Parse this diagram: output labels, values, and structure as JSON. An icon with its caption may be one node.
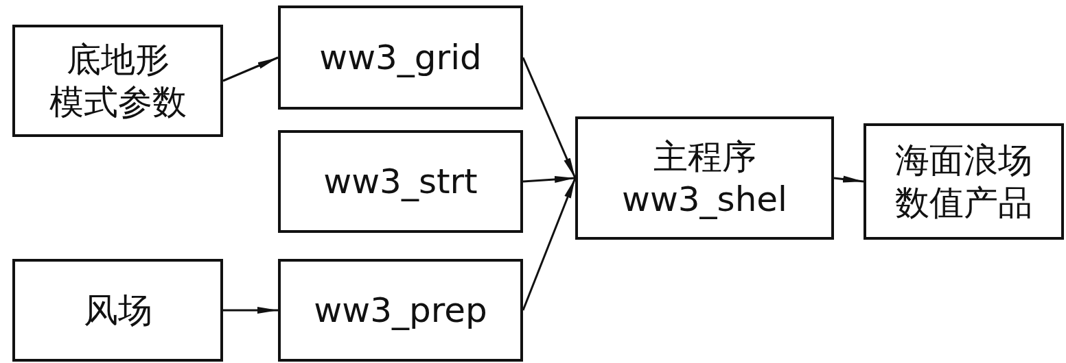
{
  "diagram": {
    "nodes": [
      {
        "text": [
          "底地形",
          "模式参数"
        ]
      },
      {
        "text": [
          "ww3_grid"
        ]
      },
      {
        "text": [
          "ww3_strt"
        ]
      },
      {
        "text": [
          "风场"
        ]
      },
      {
        "text": [
          "ww3_prep"
        ]
      },
      {
        "text": [
          "主程序",
          "ww3_shel"
        ]
      },
      {
        "text": [
          "海面浪场数值产品"
        ]
      }
    ],
    "edges": [
      {
        "from": 0,
        "to": 1,
        "arrow": "to"
      },
      {
        "from": 3,
        "to": 4,
        "arrow": "to"
      },
      {
        "from": 1,
        "to": 5,
        "arrow": "to"
      },
      {
        "from": 2,
        "to": 5,
        "arrow": "to"
      },
      {
        "from": 4,
        "to": 5,
        "arrow": "to"
      },
      {
        "from": 5,
        "to": 6,
        "arrow": "to"
      }
    ]
  }
}
